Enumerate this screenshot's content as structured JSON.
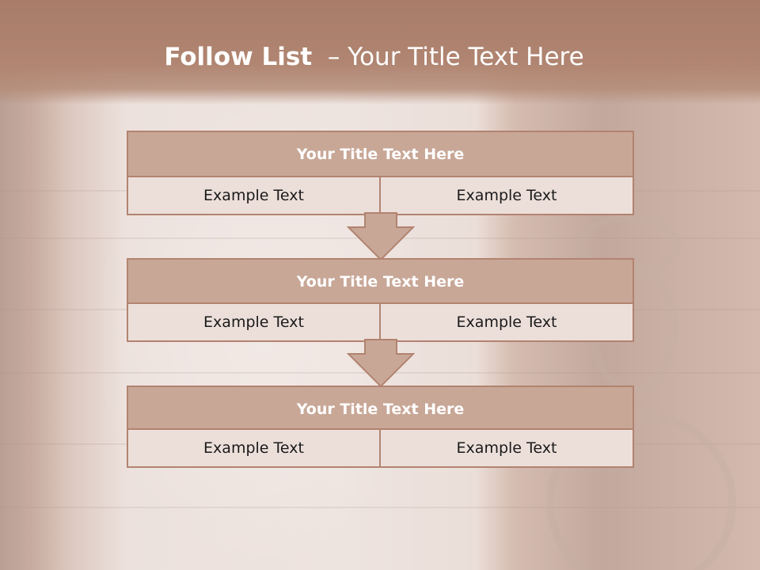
{
  "slide": {
    "title_bold": "Follow List",
    "title_rest": "  – Your Title Text Here"
  },
  "steps": [
    {
      "title": "Your Title Text Here",
      "left": "Example Text",
      "right": "Example Text"
    },
    {
      "title": "Your Title Text Here",
      "left": "Example Text",
      "right": "Example Text"
    },
    {
      "title": "Your Title Text Here",
      "left": "Example Text",
      "right": "Example Text"
    }
  ],
  "colors": {
    "title_bar": "#b08571",
    "block_header": "#c8a797",
    "block_border": "#b28370",
    "cell_fill": "#ecdfda"
  },
  "icons": [
    "down-arrow-icon"
  ]
}
